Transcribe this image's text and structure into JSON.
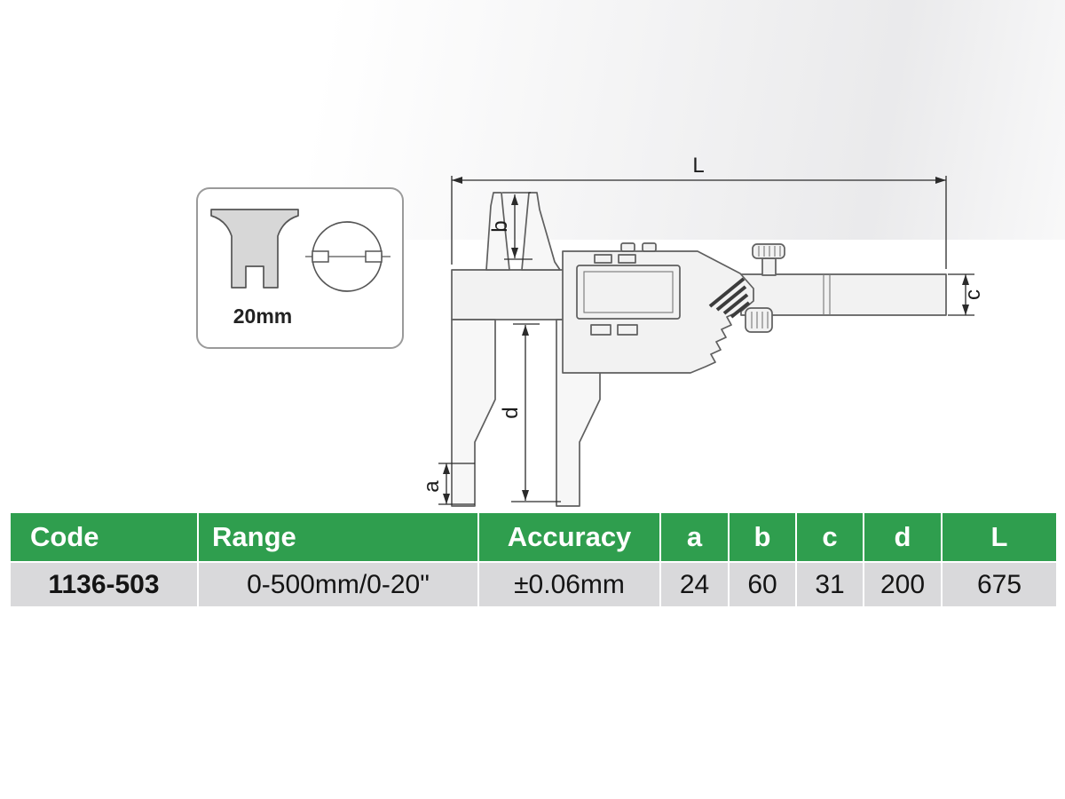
{
  "colors": {
    "header_green": "#2f9e4e",
    "row_gray": "#d9d9db",
    "line_color": "#5f5f5f"
  },
  "diagram": {
    "labels": {
      "L": "L",
      "b": "b",
      "c": "c",
      "d": "d",
      "a": "a"
    },
    "inset": {
      "size_label": "20mm"
    }
  },
  "table": {
    "columns": [
      {
        "key": "code",
        "label": "Code"
      },
      {
        "key": "range",
        "label": "Range"
      },
      {
        "key": "accuracy",
        "label": "Accuracy"
      },
      {
        "key": "a",
        "label": "a"
      },
      {
        "key": "b",
        "label": "b"
      },
      {
        "key": "c",
        "label": "c"
      },
      {
        "key": "d",
        "label": "d"
      },
      {
        "key": "L",
        "label": "L"
      }
    ],
    "row": {
      "code": "1136-503",
      "range": "0-500mm/0-20\"",
      "accuracy": "±0.06mm",
      "a": "24",
      "b": "60",
      "c": "31",
      "d": "200",
      "L": "675"
    }
  }
}
